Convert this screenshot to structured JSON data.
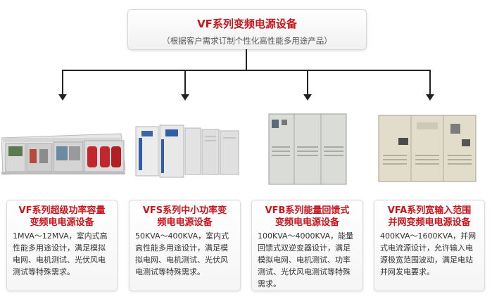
{
  "header": {
    "title": "VF系列变频电源设备",
    "subtitle": "（根据客户需求订制个性化高性能多用途产品）"
  },
  "products": [
    {
      "title_line1": "VF系列超级功率容量",
      "title_line2": "变频电电源设备",
      "description": "1MVA～12MVA，室内式高性能多用途设计，满足模拟电网、电机测试、光伏风电测试等特殊需求。"
    },
    {
      "title_line1": "VFS系列中小功率变",
      "title_line2": "频电电源设备",
      "description": "50KVA～400KVA，室内式高性能多用途设计，满足模拟电网、电机测试、光伏风电测试等特殊需求。"
    },
    {
      "title_line1": "VFB系列能量回馈式",
      "title_line2": "变频电电源设备",
      "description": "100KVA～4000KVA，能量回馈式双逆变器设计，满足模拟电网、电机测试、功率测试、光伏风电测试等特殊需求。"
    },
    {
      "title_line1": "VFA系列宽输入范围",
      "title_line2": "并网变频电电源设备",
      "description": "400KVA～1600KVA，并网式电流源设计，允许输入电源极宽范围波动，满足电站并网发电要求。"
    }
  ],
  "colors": {
    "accent_red": "#c8161d",
    "connector": "#222222"
  }
}
